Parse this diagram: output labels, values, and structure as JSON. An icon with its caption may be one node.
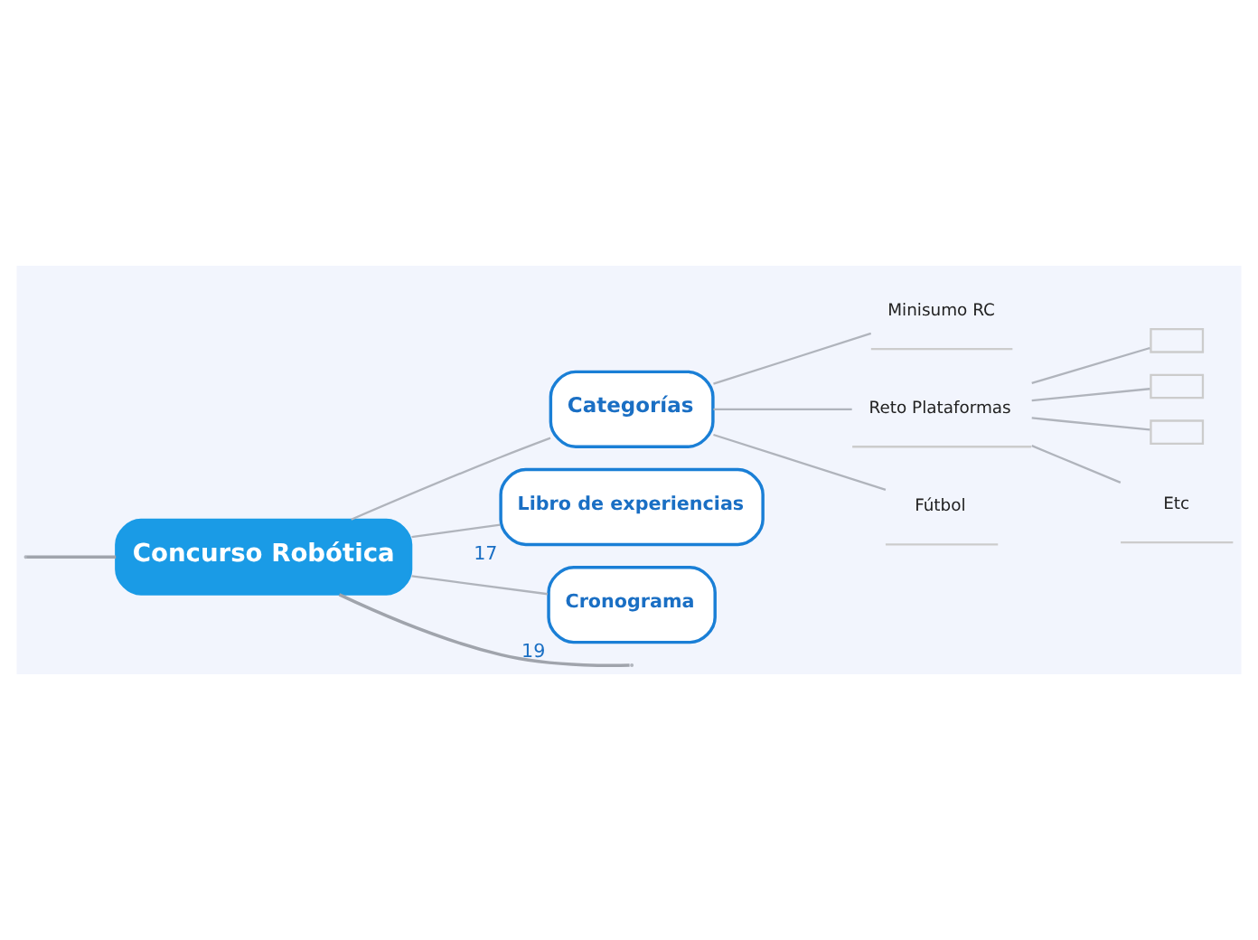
{
  "diagram": {
    "nodes": [
      {
        "text": [
          "Concurso Robótica"
        ]
      },
      {
        "text": [
          "Categorías"
        ]
      },
      {
        "text": [
          "Minisumo RC"
        ]
      },
      {
        "text": [
          "Reto Plataformas"
        ]
      },
      {
        "text": [
          "Fútbol"
        ]
      },
      {
        "text": [],
        "shape": "box"
      },
      {
        "text": [],
        "shape": "box"
      },
      {
        "text": [],
        "shape": "box"
      },
      {
        "text": [
          "Etc"
        ]
      },
      {
        "text": [
          "Libro de experiencias"
        ],
        "beside": [
          "17"
        ]
      },
      {
        "text": [
          "Cronograma"
        ],
        "beside": [
          "19"
        ]
      }
    ],
    "edges": [
      {
        "from": null,
        "to": 0,
        "arrow": "none"
      },
      {
        "from": 0,
        "to": null,
        "arrow": "none"
      },
      {
        "from": 0,
        "to": 1,
        "arrow": "none"
      },
      {
        "from": 1,
        "to": 2,
        "arrow": "none"
      },
      {
        "from": 1,
        "to": 3,
        "arrow": "none"
      },
      {
        "from": 1,
        "to": 4,
        "arrow": "none"
      },
      {
        "from": 3,
        "to": 5,
        "arrow": "none"
      },
      {
        "from": 3,
        "to": 6,
        "arrow": "none"
      },
      {
        "from": 3,
        "to": 7,
        "arrow": "none"
      },
      {
        "from": 3,
        "to": 8,
        "arrow": "none"
      },
      {
        "from": 0,
        "to": 9,
        "arrow": "none"
      },
      {
        "from": 0,
        "to": 10,
        "arrow": "none"
      }
    ]
  }
}
